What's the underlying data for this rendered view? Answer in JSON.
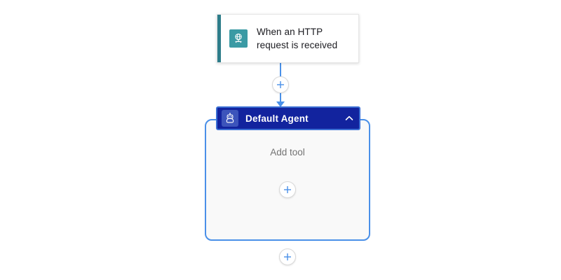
{
  "canvas": {
    "background_color": "#ffffff"
  },
  "trigger": {
    "label": "When an HTTP request is received",
    "icon": "http-request-icon",
    "accent_color": "#2e7d8a",
    "icon_bg_color": "#3a9aa4",
    "card_bg_color": "#ffffff",
    "text_color": "#1b1b20"
  },
  "agent": {
    "title": "Default Agent",
    "icon": "robot-icon",
    "header_bg_color": "#12239e",
    "header_border_color": "#3b6fd4",
    "icon_bg_color": "#3c54bb",
    "title_color": "#ffffff",
    "collapse_icon": "chevron-up-icon",
    "body_bg_color": "#f9f9f9",
    "body_border_color": "#4a90e8",
    "add_tool_label": "Add tool",
    "add_tool_label_color": "#737373"
  },
  "connectors": {
    "line_color": "#4a90e8",
    "add_step_icon": "plus-icon",
    "add_tool_icon": "plus-icon",
    "add_next_icon": "plus-icon",
    "plus_color": "#4a90e8"
  }
}
